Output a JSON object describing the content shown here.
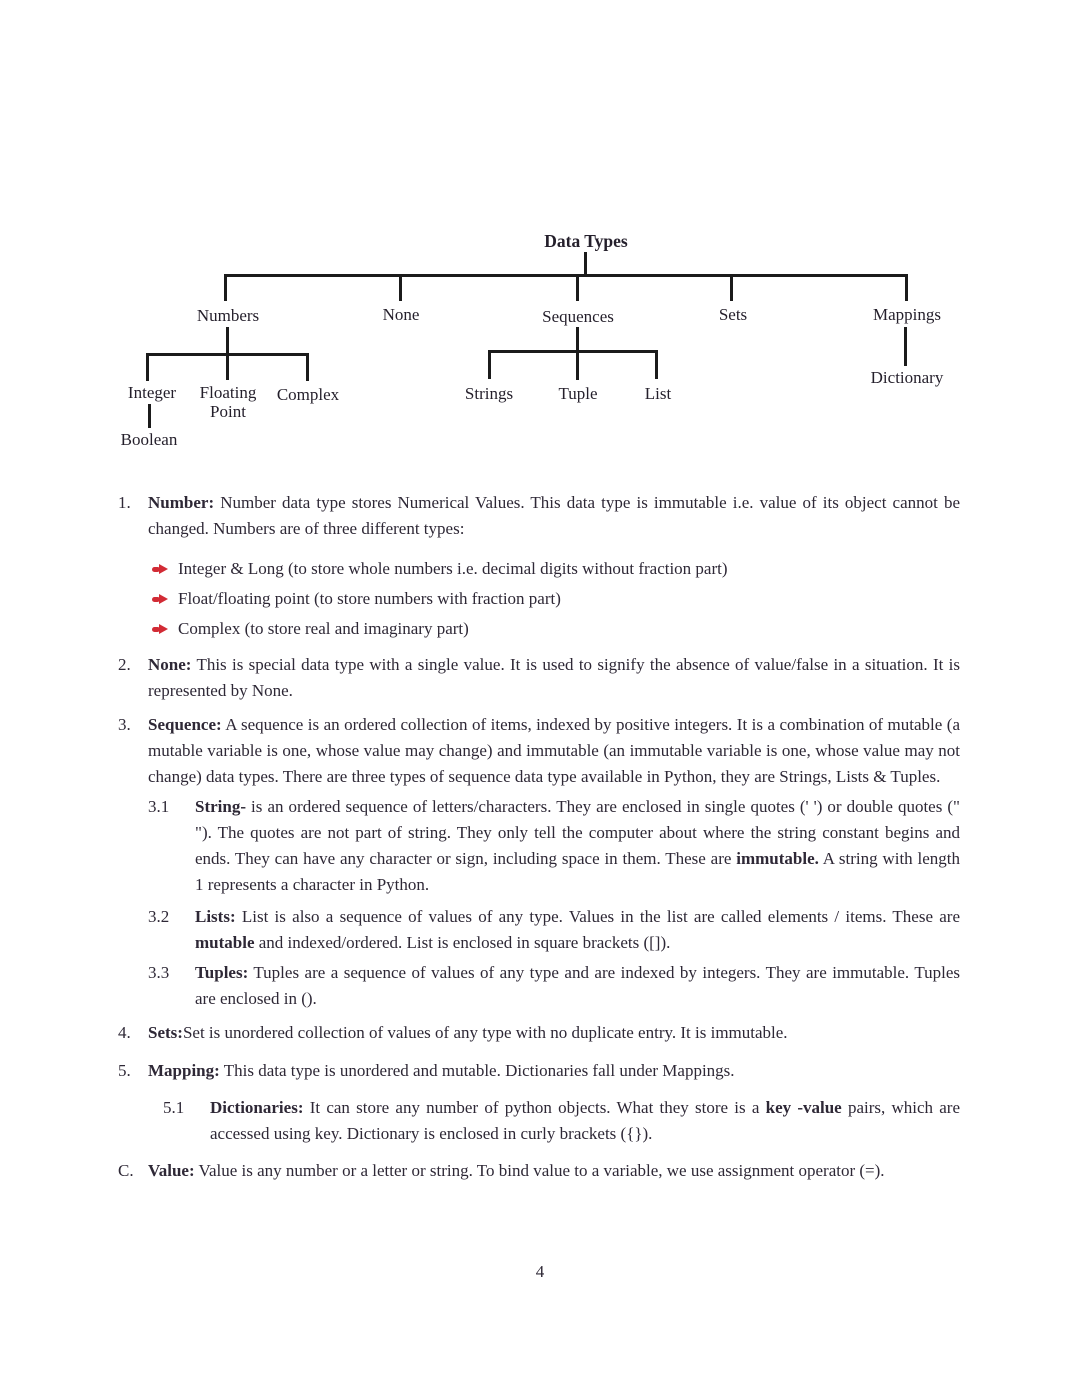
{
  "colors": {
    "arrow_bullet": "#d22b35",
    "text": "#2e2836",
    "tree_line": "#1b1b1b"
  },
  "tree": {
    "root": "Data Types",
    "level1": [
      "Numbers",
      "None",
      "Sequences",
      "Sets",
      "Mappings"
    ],
    "numbers_children": [
      "Integer",
      "Floating Point",
      "Complex"
    ],
    "integer_child": "Boolean",
    "sequences_children": [
      "Strings",
      "Tuple",
      "List"
    ],
    "mappings_child": "Dictionary"
  },
  "sections": {
    "item1": {
      "marker": "1.",
      "label": "Number:",
      "text": " Number data type stores Numerical Values. This data type is immutable i.e. value of its object cannot be changed. Numbers are of three different types:"
    },
    "bullets": [
      "Integer & Long (to store whole numbers i.e. decimal digits without fraction part)",
      "Float/floating point (to store numbers with fraction part)",
      "Complex (to store real and imaginary part)"
    ],
    "item2": {
      "marker": "2.",
      "label": "None:",
      "text": " This is special data type with a single value. It is used to signify the absence of value/false in a situation. It is represented by None."
    },
    "item3": {
      "marker": "3.",
      "label": "Sequence:",
      "text": " A sequence is an ordered collection of items, indexed by positive integers. It is a combination of mutable (a mutable variable is one, whose value may change) and immutable (an immutable variable is one, whose value may not change) data types. There are three types of sequence data type available in Python, they are Strings, Lists & Tuples."
    },
    "item31": {
      "marker": "3.1",
      "label": "String-",
      "t1": " is an ordered sequence of letters/characters. They are enclosed in single quotes (' ') or double quotes (\" \"). The quotes are not part of string. They only tell the computer about where the string constant begins and ends. They can have any character or sign, including space in them. These are ",
      "b1": "immutable.",
      "t2": " A string with length 1 represents a character in Python."
    },
    "item32": {
      "marker": "3.2",
      "label": "Lists:",
      "t1": " List is also a sequence of values of any type. Values in the list are called elements / items. These are ",
      "b1": "mutable",
      "t2": " and indexed/ordered. List is enclosed in square brackets ([])."
    },
    "item33": {
      "marker": "3.3",
      "label": "Tuples:",
      "t1": " Tuples are a sequence of values of any type and are indexed by integers. They are immutable. Tuples are enclosed in ()."
    },
    "item4": {
      "marker": "4.",
      "label": "Sets:",
      "text": "Set is unordered collection of values of any type with no duplicate entry. It is immutable."
    },
    "item5": {
      "marker": "5.",
      "label": "Mapping:",
      "text": " This data type is unordered and mutable. Dictionaries fall under Mappings."
    },
    "item51": {
      "marker": "5.1",
      "label": "Dictionaries:",
      "t1": " It can store any number of python objects. What they store is a ",
      "b1": "key -value",
      "t2": " pairs, which are accessed using key. Dictionary is enclosed in curly brackets ({})."
    },
    "itemC": {
      "marker": "C.",
      "label": "Value:",
      "text": " Value is any number or a letter or string. To bind value to a variable, we use assignment operator (=)."
    }
  },
  "page": {
    "number": "4"
  }
}
